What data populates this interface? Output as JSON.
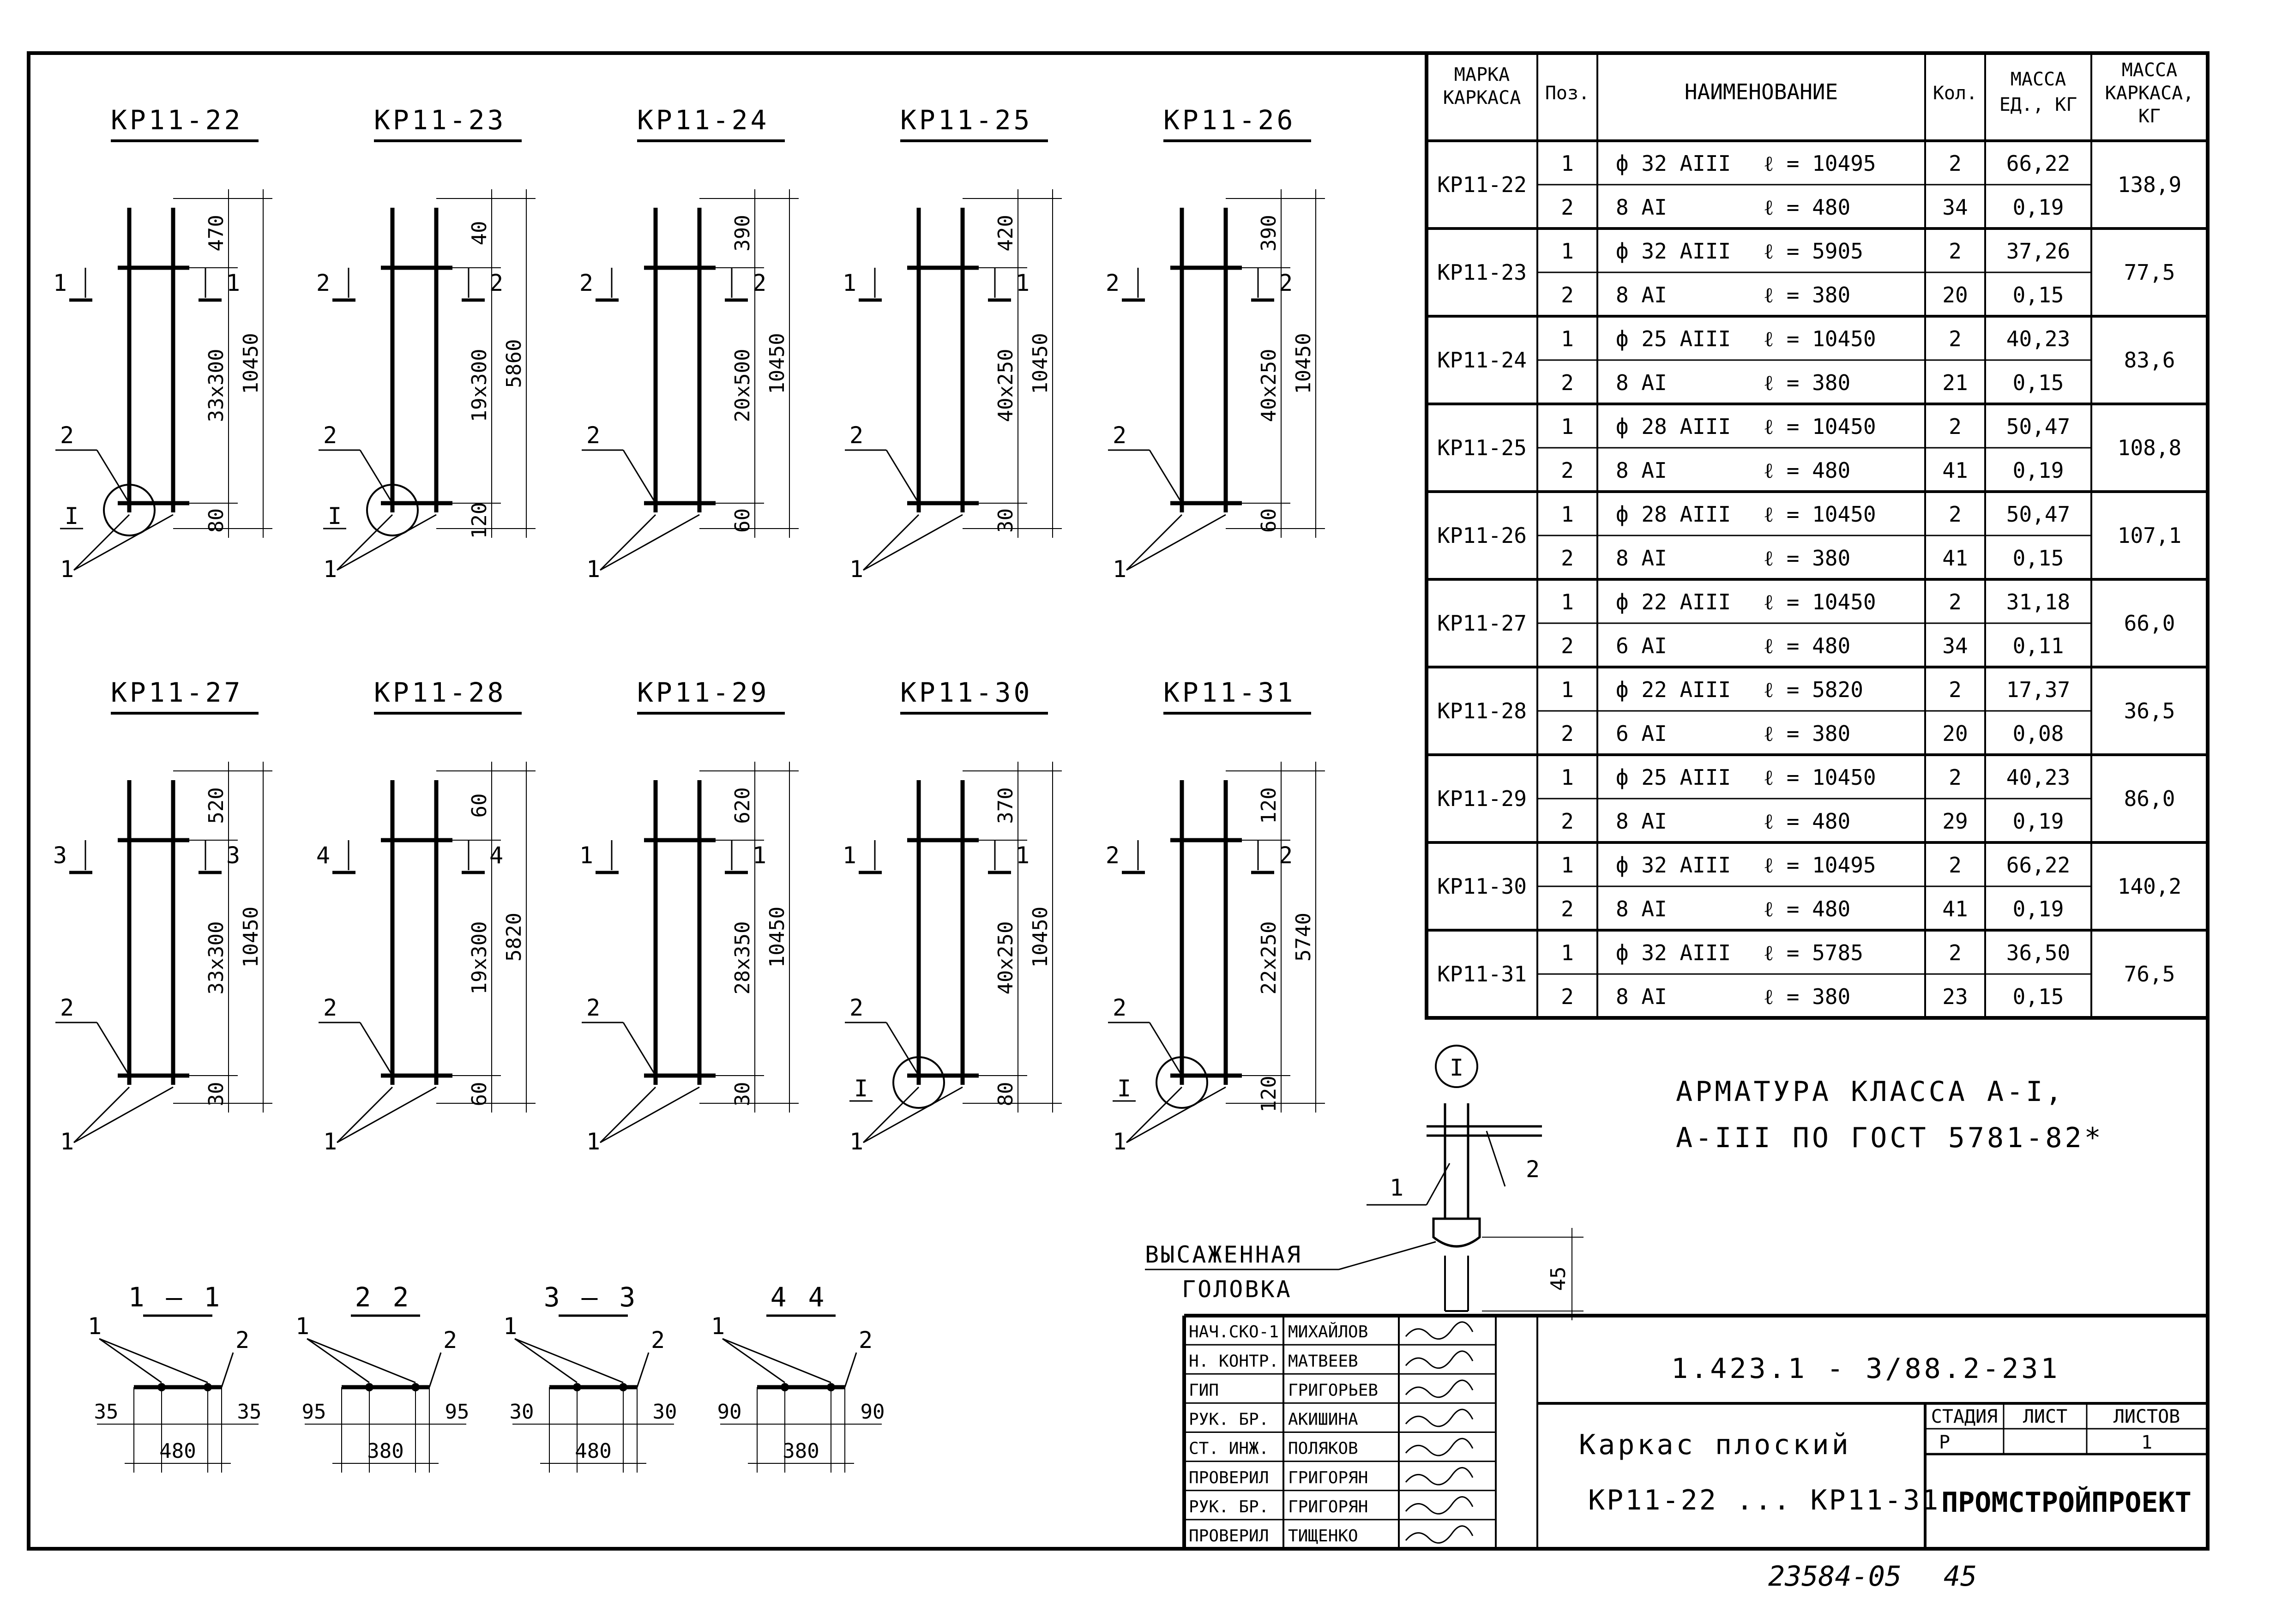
{
  "frames": [
    {
      "mark": "КР11-22",
      "top_dim": "470",
      "mid_dim": "33x300",
      "bottom_dim": "80",
      "total_dim": "10450",
      "section": "1",
      "detail": "I"
    },
    {
      "mark": "КР11-23",
      "top_dim": "40",
      "mid_dim": "19x300",
      "bottom_dim": "120",
      "total_dim": "5860",
      "section": "2",
      "detail": "I"
    },
    {
      "mark": "КР11-24",
      "top_dim": "390",
      "mid_dim": "20x500",
      "bottom_dim": "60",
      "total_dim": "10450",
      "section": "2",
      "detail": ""
    },
    {
      "mark": "КР11-25",
      "top_dim": "420",
      "mid_dim": "40x250",
      "bottom_dim": "30",
      "total_dim": "10450",
      "section": "1",
      "detail": ""
    },
    {
      "mark": "КР11-26",
      "top_dim": "390",
      "mid_dim": "40x250",
      "bottom_dim": "60",
      "total_dim": "10450",
      "section": "2",
      "detail": ""
    },
    {
      "mark": "КР11-27",
      "top_dim": "520",
      "mid_dim": "33x300",
      "bottom_dim": "30",
      "total_dim": "10450",
      "section": "3",
      "detail": ""
    },
    {
      "mark": "КР11-28",
      "top_dim": "60",
      "mid_dim": "19x300",
      "bottom_dim": "60",
      "total_dim": "5820",
      "section": "4",
      "detail": ""
    },
    {
      "mark": "КР11-29",
      "top_dim": "620",
      "mid_dim": "28x350",
      "bottom_dim": "30",
      "total_dim": "10450",
      "section": "1",
      "detail": ""
    },
    {
      "mark": "КР11-30",
      "top_dim": "370",
      "mid_dim": "40x250",
      "bottom_dim": "80",
      "total_dim": "10450",
      "section": "1",
      "detail": "I"
    },
    {
      "mark": "КР11-31",
      "top_dim": "120",
      "mid_dim": "22x250",
      "bottom_dim": "120",
      "total_dim": "5740",
      "section": "2",
      "detail": "I"
    }
  ],
  "pos_labels": {
    "one": "1",
    "two": "2"
  },
  "sections": [
    {
      "title": "1 – 1",
      "left": "35",
      "right": "35",
      "width": "480"
    },
    {
      "title": "2 2",
      "left": "95",
      "right": "95",
      "width": "380"
    },
    {
      "title": "3 – 3",
      "left": "30",
      "right": "30",
      "width": "480"
    },
    {
      "title": "4 4",
      "left": "90",
      "right": "90",
      "width": "380"
    }
  ],
  "table": {
    "headers": {
      "mark": [
        "МАРКА",
        "КАРКАСА"
      ],
      "pos": "Поз.",
      "name": "НАИМЕНОВАНИЕ",
      "qty": "Кол.",
      "unit_mass": [
        "МАССА",
        "ЕД., КГ"
      ],
      "frame_mass": [
        "МАССА",
        "КАРКАСА,",
        "КГ"
      ]
    },
    "rows": [
      {
        "mark": "КР11-22",
        "mass": "138,9",
        "items": [
          {
            "pos": "1",
            "bar": "ф 32 АIII",
            "len": "ℓ = 10495",
            "qty": "2",
            "unit": "66,22"
          },
          {
            "pos": "2",
            "bar": "8 АI",
            "len": "ℓ = 480",
            "qty": "34",
            "unit": "0,19"
          }
        ]
      },
      {
        "mark": "КР11-23",
        "mass": "77,5",
        "items": [
          {
            "pos": "1",
            "bar": "ф 32 АIII",
            "len": "ℓ = 5905",
            "qty": "2",
            "unit": "37,26"
          },
          {
            "pos": "2",
            "bar": "8 АI",
            "len": "ℓ = 380",
            "qty": "20",
            "unit": "0,15"
          }
        ]
      },
      {
        "mark": "КР11-24",
        "mass": "83,6",
        "items": [
          {
            "pos": "1",
            "bar": "ф 25 АIII",
            "len": "ℓ = 10450",
            "qty": "2",
            "unit": "40,23"
          },
          {
            "pos": "2",
            "bar": "8 АI",
            "len": "ℓ = 380",
            "qty": "21",
            "unit": "0,15"
          }
        ]
      },
      {
        "mark": "КР11-25",
        "mass": "108,8",
        "items": [
          {
            "pos": "1",
            "bar": "ф 28 АIII",
            "len": "ℓ = 10450",
            "qty": "2",
            "unit": "50,47"
          },
          {
            "pos": "2",
            "bar": "8 АI",
            "len": "ℓ = 480",
            "qty": "41",
            "unit": "0,19"
          }
        ]
      },
      {
        "mark": "КР11-26",
        "mass": "107,1",
        "items": [
          {
            "pos": "1",
            "bar": "ф 28 АIII",
            "len": "ℓ = 10450",
            "qty": "2",
            "unit": "50,47"
          },
          {
            "pos": "2",
            "bar": "8 АI",
            "len": "ℓ = 380",
            "qty": "41",
            "unit": "0,15"
          }
        ]
      },
      {
        "mark": "КР11-27",
        "mass": "66,0",
        "items": [
          {
            "pos": "1",
            "bar": "ф 22 АIII",
            "len": "ℓ = 10450",
            "qty": "2",
            "unit": "31,18"
          },
          {
            "pos": "2",
            "bar": "6 АI",
            "len": "ℓ = 480",
            "qty": "34",
            "unit": "0,11"
          }
        ]
      },
      {
        "mark": "КР11-28",
        "mass": "36,5",
        "items": [
          {
            "pos": "1",
            "bar": "ф 22 АIII",
            "len": "ℓ = 5820",
            "qty": "2",
            "unit": "17,37"
          },
          {
            "pos": "2",
            "bar": "6 АI",
            "len": "ℓ = 380",
            "qty": "20",
            "unit": "0,08"
          }
        ]
      },
      {
        "mark": "КР11-29",
        "mass": "86,0",
        "items": [
          {
            "pos": "1",
            "bar": "ф 25 АIII",
            "len": "ℓ = 10450",
            "qty": "2",
            "unit": "40,23"
          },
          {
            "pos": "2",
            "bar": "8 АI",
            "len": "ℓ = 480",
            "qty": "29",
            "unit": "0,19"
          }
        ]
      },
      {
        "mark": "КР11-30",
        "mass": "140,2",
        "items": [
          {
            "pos": "1",
            "bar": "ф 32 АIII",
            "len": "ℓ = 10495",
            "qty": "2",
            "unit": "66,22"
          },
          {
            "pos": "2",
            "bar": "8 АI",
            "len": "ℓ = 480",
            "qty": "41",
            "unit": "0,19"
          }
        ]
      },
      {
        "mark": "КР11-31",
        "mass": "76,5",
        "items": [
          {
            "pos": "1",
            "bar": "ф 32 АIII",
            "len": "ℓ = 5785",
            "qty": "2",
            "unit": "36,50"
          },
          {
            "pos": "2",
            "bar": "8 АI",
            "len": "ℓ = 380",
            "qty": "23",
            "unit": "0,15"
          }
        ]
      }
    ]
  },
  "note": {
    "line1": "АРМАТУРА КЛАССА А-I,",
    "line2": "А-III ПО ГОСТ 5781-82*"
  },
  "detail_view": {
    "label": "I",
    "pos1": "1",
    "pos2": "2",
    "head_caption_1": "ВЫСАЖЕННАЯ",
    "head_caption_2": "ГОЛОВКА",
    "dim": "45"
  },
  "title_block": {
    "doc_code": "1.423.1 - 3/88.2-231",
    "title_line1": "Каркас плоский",
    "title_line2": "КР11-22 ... КР11-31",
    "stage_label": "СТАДИЯ",
    "sheet_label": "ЛИСТ",
    "sheets_label": "ЛИСТОВ",
    "stage": "Р",
    "sheet": "",
    "sheets": "1",
    "org": "ПРОМСТРОЙПРОЕКТ",
    "signatures": [
      {
        "role": "НАЧ.СКО-1",
        "name": "МИХАЙЛОВ"
      },
      {
        "role": "Н. КОНТР.",
        "name": "МАТВЕЕВ"
      },
      {
        "role": "ГИП",
        "name": "ГРИГОРЬЕВ"
      },
      {
        "role": "РУК. БР.",
        "name": "АКИШИНА"
      },
      {
        "role": "СТ. ИНЖ.",
        "name": "ПОЛЯКОВ"
      },
      {
        "role": "ПРОВЕРИЛ",
        "name": "ГРИГОРЯН"
      },
      {
        "role": "РУК. БР.",
        "name": "ГРИГОРЯН"
      },
      {
        "role": "ПРОВЕРИЛ",
        "name": "ТИЩЕНКО"
      }
    ]
  },
  "footer": {
    "archive_no": "23584-05",
    "page": "45"
  }
}
